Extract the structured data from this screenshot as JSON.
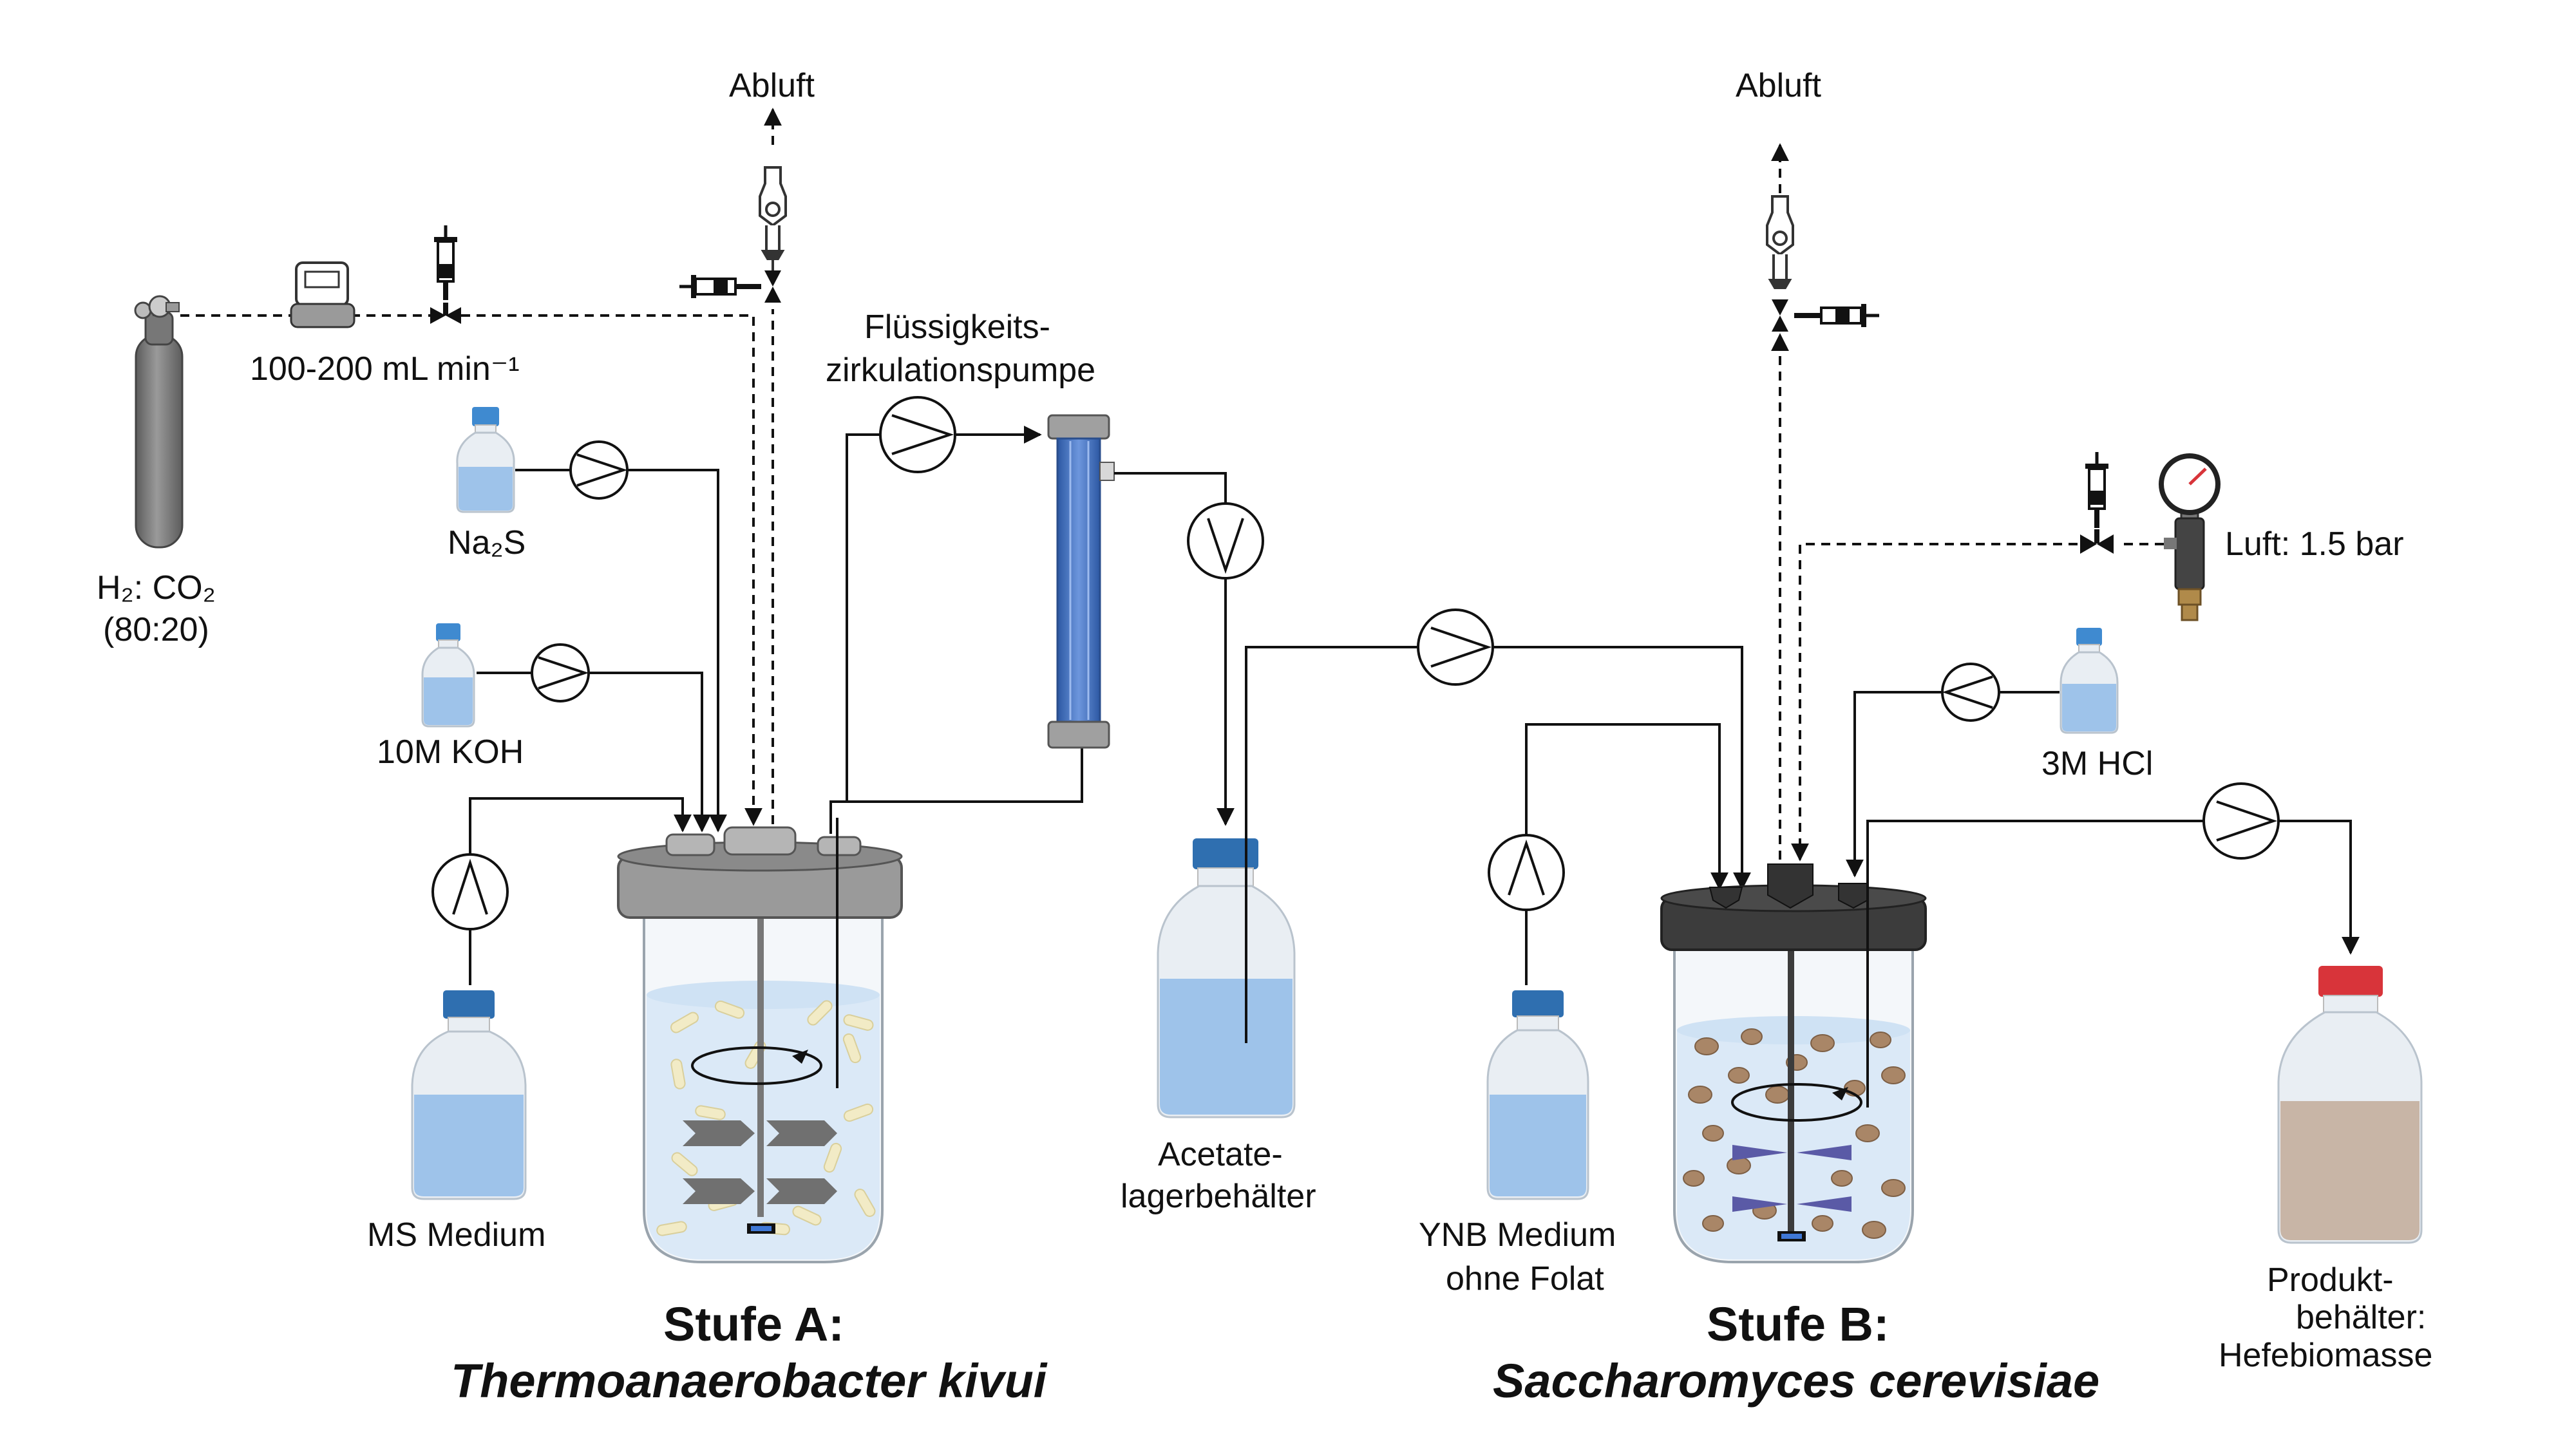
{
  "colors": {
    "line": "#111111",
    "liquid": "#9ec3ea",
    "glass": "#e9eef3",
    "cap_blue": "#2f6fb0",
    "cap_red": "#d8343a",
    "lid_a": "#9a9a9a",
    "lid_b": "#3c3c3c",
    "cylinder": "#7a7a7a",
    "yeast": "#a98667",
    "bacteria": "#f2ebc6",
    "impeller_b": "#5a5aa6",
    "product": "#c8b5a6",
    "column_blue": "#3a6fc0"
  },
  "icons": [
    "gas-cylinder-icon",
    "flow-meter-icon",
    "valve-icon",
    "syringe-icon",
    "pump-icon",
    "bottle-icon",
    "filter-column-icon",
    "pressure-gauge-icon",
    "gas-trap-icon",
    "bioreactor-icon"
  ],
  "labels": {
    "gas_mix": "H₂: CO₂",
    "gas_ratio": "(80:20)",
    "flow_rate": "100-200 mL min⁻¹",
    "exhaust_a": "Abluft",
    "exhaust_b": "Abluft",
    "pump_circ_1": "Flüssigkeits-",
    "pump_circ_2": "zirkulationspumpe",
    "na2s": "Na₂S",
    "koh": "10M KOH",
    "ms_medium": "MS Medium",
    "acetate_1": "Acetate-",
    "acetate_2": "lagerbehälter",
    "ynb_1": "YNB Medium",
    "ynb_2": "ohne Folat",
    "air": "Luft: 1.5 bar",
    "hcl": "3M HCl",
    "product_1": "Produkt-",
    "product_2": "behälter:",
    "product_3": "Hefebiomasse"
  },
  "stages": {
    "a_title": "Stufe A:",
    "a_organism": "Thermoanaerobacter kivui",
    "b_title": "Stufe B:",
    "b_organism": "Saccharomyces cerevisiae"
  }
}
